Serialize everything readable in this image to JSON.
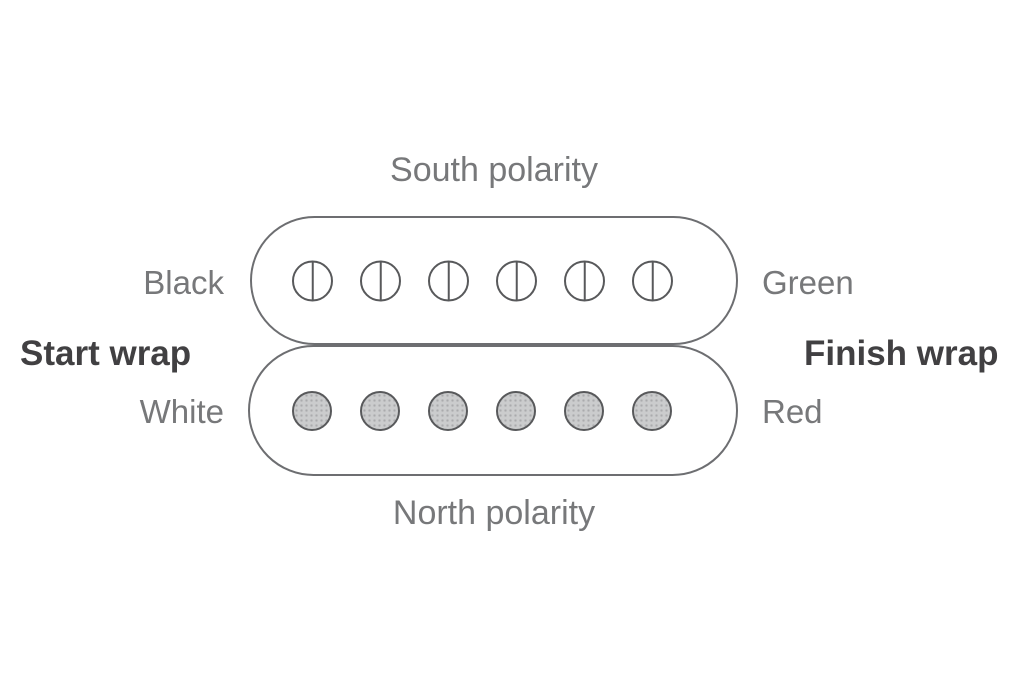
{
  "labels": {
    "south_polarity": "South polarity",
    "north_polarity": "North polarity",
    "start_wrap": "Start wrap",
    "finish_wrap": "Finish wrap"
  },
  "coils": {
    "south": {
      "polarity_label": "South polarity",
      "pole_style": "screw",
      "pole_count": 6,
      "left_wire_label": "Black",
      "right_wire_label": "Green"
    },
    "north": {
      "polarity_label": "North polarity",
      "pole_style": "slug",
      "pole_count": 6,
      "left_wire_label": "White",
      "right_wire_label": "Red"
    }
  },
  "colors": {
    "background": "#ffffff",
    "outline": "#6d6e71",
    "pole_stroke": "#58595b",
    "slug_fill": "#cbcccd",
    "slug_dot": "#aaabad",
    "label_color": "#77787a",
    "bold_color": "#414042"
  }
}
